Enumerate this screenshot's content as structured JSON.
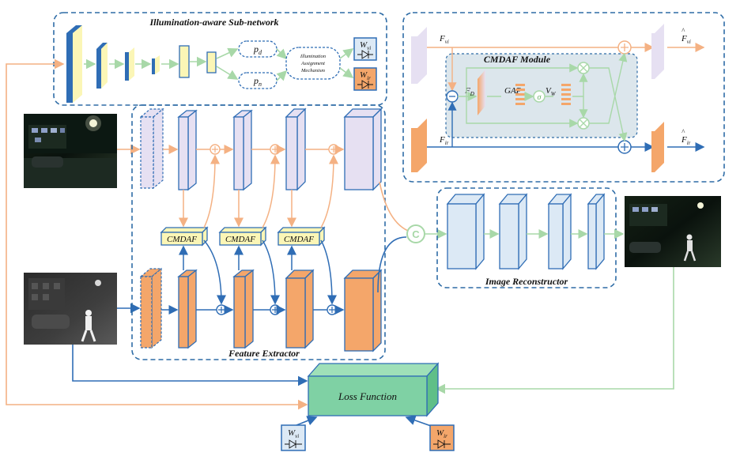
{
  "titles": {
    "illumination_subnetwork": "Illumination-aware Sub-network",
    "cmdaf_module": "CMDAF Module",
    "feature_extractor": "Feature Extractor",
    "image_reconstructor": "Image Reconstructor",
    "loss_function": "Loss Function"
  },
  "illumination": {
    "p_d": "p",
    "p_d_sub": "d",
    "p_n": "p",
    "p_n_sub": "n",
    "mechanism_line1": "Illumination",
    "mechanism_line2": "Assignment",
    "mechanism_line3": "Mechanism",
    "w_vi": "W",
    "w_vi_sub": "vi",
    "w_ir": "W",
    "w_ir_sub": "ir"
  },
  "cmdaf_blocks": [
    "CMDAF",
    "CMDAF",
    "CMDAF"
  ],
  "cmdaf_detail": {
    "f_vi": "F",
    "f_vi_sub": "vi",
    "f_ir": "F",
    "f_ir_sub": "ir",
    "f_d": "F",
    "f_d_sub": "D",
    "gap": "GAP",
    "v_w": "V",
    "v_w_sub": "W",
    "sigma": "σ",
    "out_vi": "F",
    "out_vi_sub": "vi",
    "out_ir": "F",
    "out_ir_sub": "ir"
  },
  "concat_symbol": "C",
  "loss_weights": {
    "w_vi": "W",
    "w_vi_sub": "vi",
    "w_ir": "W",
    "w_ir_sub": "ir"
  },
  "colors": {
    "blue_line": "#2f6db5",
    "orange_line": "#f4b183",
    "green_line": "#a8d8a8",
    "lilac_block": "#e6e0f2",
    "orange_block": "#f4a66a",
    "blue_block": "#dce9f5",
    "yellow_block": "#fbf6b6",
    "loss_green": "#7fd1a4",
    "dash_border": "#2e6ca6"
  }
}
